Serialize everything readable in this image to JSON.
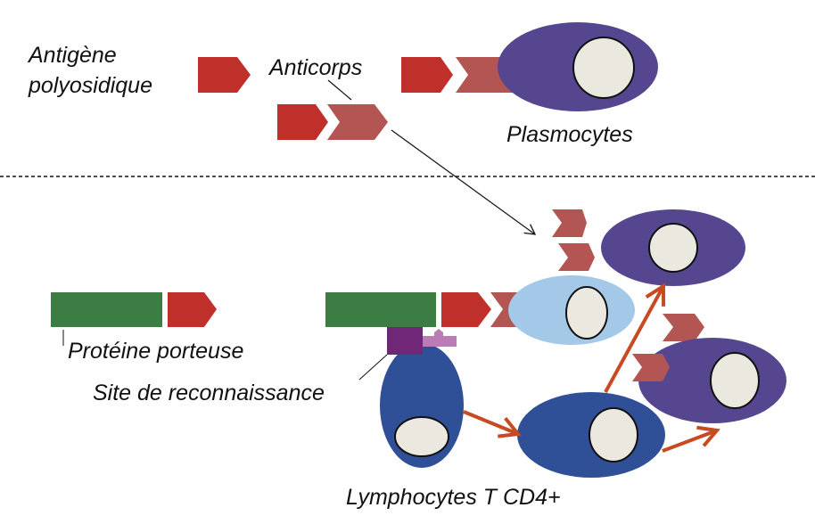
{
  "labels": {
    "antigen_line1": "Antigène",
    "antigen_line2": "polyosidique",
    "antibodies": "Anticorps",
    "plasma_cells": "Plasmocytes",
    "carrier_protein": "Protéine porteuse",
    "recognition_site": "Site de reconnaissance",
    "t_cells": "Lymphocytes T CD4+"
  },
  "colors": {
    "antigen_red": "#c0302b",
    "antibody_pink": "#b25553",
    "plasma_purple": "#55468f",
    "nucleus": "#ebe8df",
    "b_cell_light": "#a4c8e8",
    "t_cell_blue": "#2f4f96",
    "carrier_green": "#3c7d44",
    "site_purple": "#712778",
    "site_mauve": "#b97cb5",
    "arrow_orange": "#c84a23"
  }
}
